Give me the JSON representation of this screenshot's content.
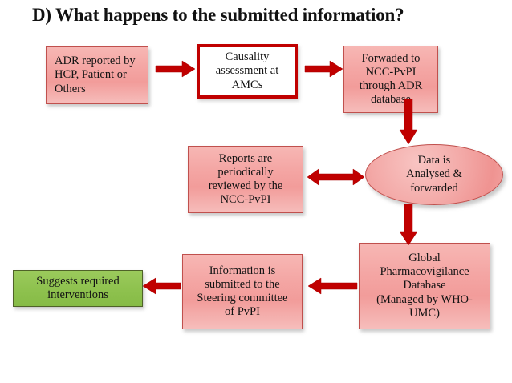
{
  "title": "D) What happens to the submitted information?",
  "colors": {
    "box_fill_pink": "#f2a6a4",
    "box_border_red": "#c0504d",
    "box_border_strong_red": "#c00000",
    "box_fill_green": "#8fc24f",
    "box_border_green": "#4f6228",
    "arrow_red": "#c00000",
    "text": "#131313",
    "background": "#ffffff"
  },
  "nodes": [
    {
      "id": "adr",
      "label": "ADR reported by HCP, Patient or Others",
      "shape": "rectangle",
      "fill": "pink"
    },
    {
      "id": "causality",
      "label": "Causality assessment at AMCs",
      "shape": "rectangle",
      "fill": "white"
    },
    {
      "id": "forwarded",
      "label": "Forwaded to NCC-PvPI through ADR database",
      "shape": "rectangle",
      "fill": "pink"
    },
    {
      "id": "reports",
      "label": "Reports are periodically reviewed by the NCC-PvPI",
      "shape": "rectangle",
      "fill": "pink"
    },
    {
      "id": "data",
      "label": "Data is Analysed & forwarded",
      "shape": "ellipse",
      "fill": "pink"
    },
    {
      "id": "global",
      "label": "Global Pharmacovigilance Database (Managed by WHO-UMC)",
      "shape": "rectangle",
      "fill": "pink"
    },
    {
      "id": "info",
      "label": "Information is submitted to the Steering committee of PvPI",
      "shape": "rectangle",
      "fill": "pink"
    },
    {
      "id": "suggests",
      "label": "Suggests required interventions",
      "shape": "rectangle",
      "fill": "green"
    }
  ],
  "node_lines": {
    "adr": [
      "ADR reported by",
      "HCP, Patient or",
      "Others"
    ],
    "causality": [
      "Causality",
      "assessment at",
      "AMCs"
    ],
    "forwarded": [
      "Forwaded to",
      "NCC-PvPI",
      "through ADR",
      "database"
    ],
    "reports": [
      "Reports are",
      "periodically",
      "reviewed by the",
      "NCC-PvPI"
    ],
    "data": [
      "Data is",
      "Analysed &",
      "forwarded"
    ],
    "global": [
      "Global",
      "Pharmacovigilance",
      "Database",
      "(Managed by WHO-",
      "UMC)"
    ],
    "info": [
      "Information is",
      "submitted to the",
      "Steering committee",
      "of PvPI"
    ],
    "suggests": [
      "Suggests required",
      "interventions"
    ]
  },
  "edges": [
    {
      "id": "adr-to-causality",
      "from": "adr",
      "to": "causality",
      "direction": "right",
      "double": false
    },
    {
      "id": "causality-to-forwarded",
      "from": "causality",
      "to": "forwarded",
      "direction": "right",
      "double": false
    },
    {
      "id": "forwarded-to-data",
      "from": "forwarded",
      "to": "data",
      "direction": "down",
      "double": false
    },
    {
      "id": "data-to-reports",
      "from": "data",
      "to": "reports",
      "direction": "left",
      "double": true
    },
    {
      "id": "data-to-global",
      "from": "data",
      "to": "global",
      "direction": "down",
      "double": false
    },
    {
      "id": "global-to-info",
      "from": "global",
      "to": "info",
      "direction": "left",
      "double": false
    },
    {
      "id": "info-to-suggests",
      "from": "info",
      "to": "suggests",
      "direction": "left",
      "double": false
    }
  ]
}
